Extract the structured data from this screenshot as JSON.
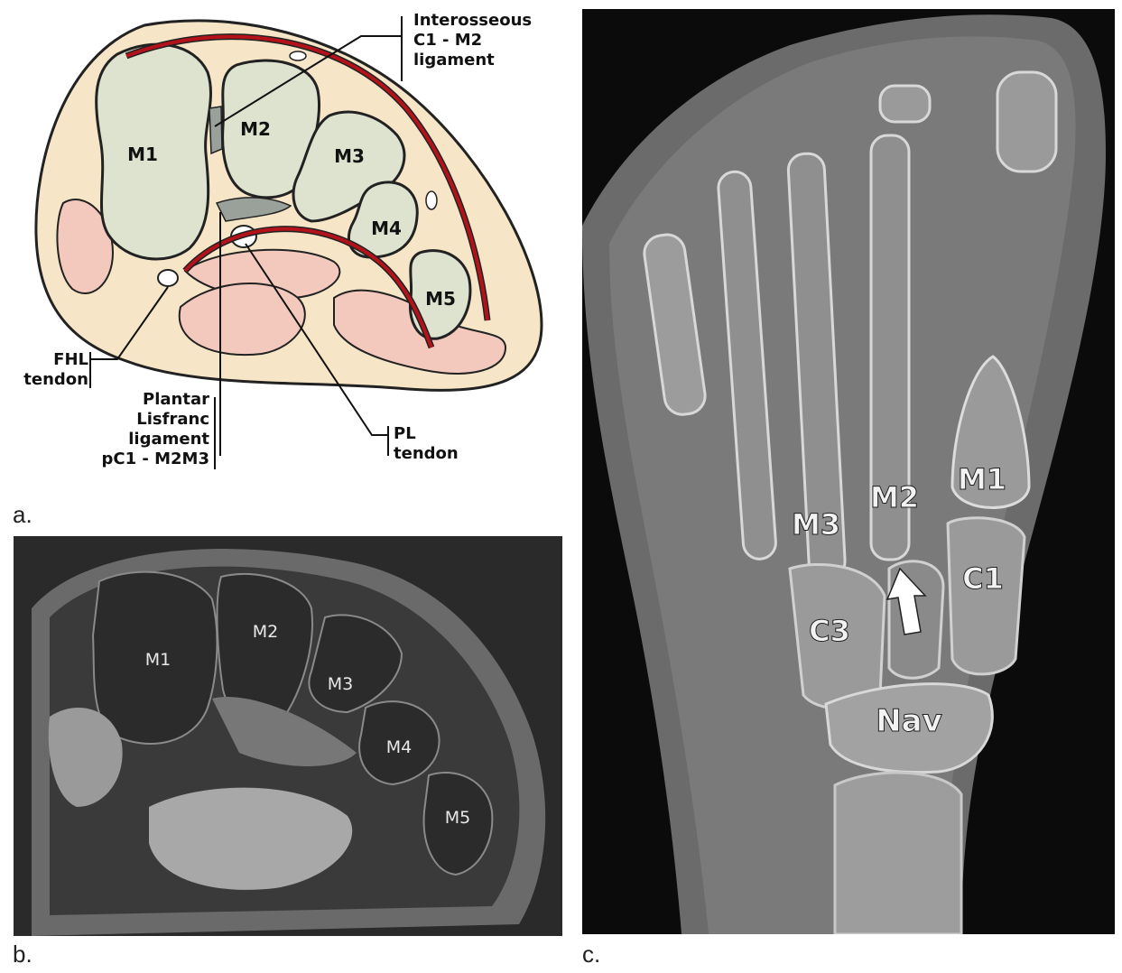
{
  "panel_a": {
    "letter": "a.",
    "bones": {
      "m1": "M1",
      "m2": "M2",
      "m3": "M3",
      "m4": "M4",
      "m5": "M5"
    },
    "callouts": {
      "interosseous_l1": "Interosseous",
      "interosseous_l2": "C1 - M2",
      "interosseous_l3": "ligament",
      "fhl_l1": "FHL",
      "fhl_l2": "tendon",
      "plantar_l1": "Plantar",
      "plantar_l2": "Lisfranc",
      "plantar_l3": "ligament",
      "plantar_l4": "pC1 - M2M3",
      "pl_l1": "PL",
      "pl_l2": "tendon"
    },
    "colors": {
      "skin": "#f6e6c7",
      "bone": "#dde3cf",
      "muscle": "#f4c9bd",
      "ligament_red": "#b3121a",
      "outline": "#222222"
    }
  },
  "panel_b": {
    "letter": "b.",
    "labels": {
      "m1": "M1",
      "m2": "M2",
      "m3": "M3",
      "m4": "M4",
      "m5": "M5"
    }
  },
  "panel_c": {
    "letter": "c.",
    "labels": {
      "m1": "M1",
      "m2": "M2",
      "m3": "M3",
      "c1": "C1",
      "c3": "C3",
      "nav": "Nav"
    }
  }
}
